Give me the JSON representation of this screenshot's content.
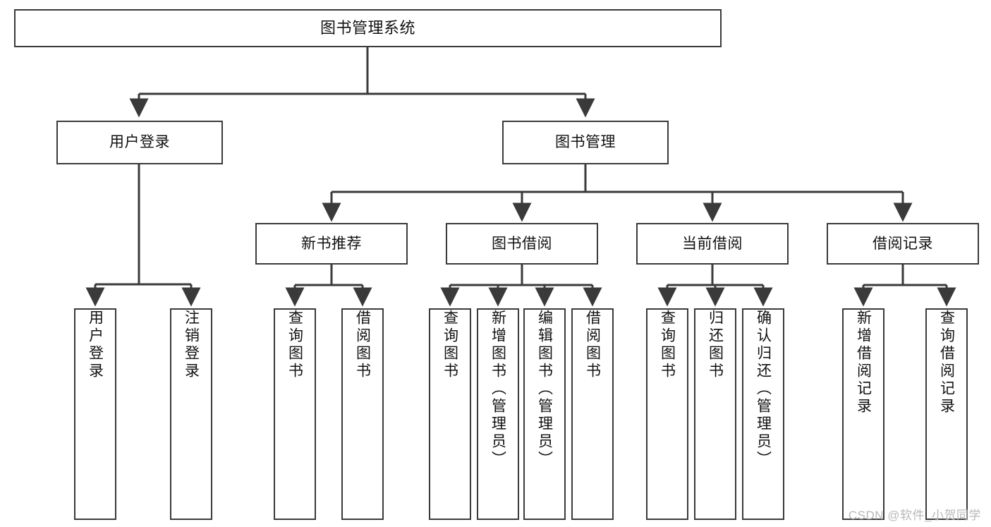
{
  "diagram": {
    "title": "图书管理系统",
    "watermark": "CSDN @软件_小贺同学",
    "colors": {
      "stroke": "#3a3a3a",
      "fill": "#ffffff",
      "text": "#111111",
      "watermark": "#b8b8b8"
    },
    "levels": {
      "root": {
        "label": "图书管理系统"
      },
      "level2": [
        {
          "label": "用户登录"
        },
        {
          "label": "图书管理"
        }
      ],
      "level3": [
        {
          "label": "新书推荐"
        },
        {
          "label": "图书借阅"
        },
        {
          "label": "当前借阅"
        },
        {
          "label": "借阅记录"
        }
      ],
      "leaves": [
        {
          "label": "用户登录",
          "parent": "用户登录"
        },
        {
          "label": "注销登录",
          "parent": "用户登录"
        },
        {
          "label": "查询图书",
          "parent": "新书推荐"
        },
        {
          "label": "借阅图书",
          "parent": "新书推荐"
        },
        {
          "label": "查询图书",
          "parent": "图书借阅"
        },
        {
          "label": "新增图书（管理员）",
          "parent": "图书借阅"
        },
        {
          "label": "编辑图书（管理员）",
          "parent": "图书借阅"
        },
        {
          "label": "借阅图书",
          "parent": "图书借阅"
        },
        {
          "label": "查询图书",
          "parent": "当前借阅"
        },
        {
          "label": "归还图书",
          "parent": "当前借阅"
        },
        {
          "label": "确认归还（管理员）",
          "parent": "当前借阅"
        },
        {
          "label": "新增借阅记录",
          "parent": "借阅记录"
        },
        {
          "label": "查询借阅记录",
          "parent": "借阅记录"
        }
      ]
    }
  }
}
